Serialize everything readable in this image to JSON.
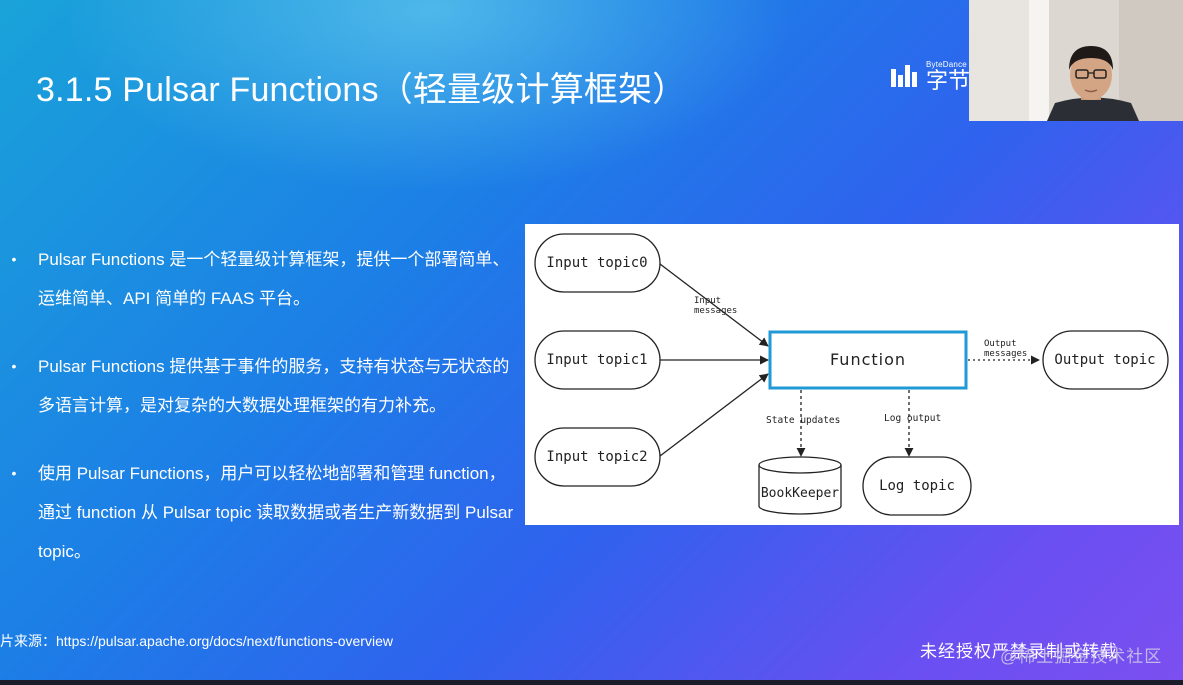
{
  "slide": {
    "title": "3.1.5 Pulsar Functions（轻量级计算框架）",
    "brand": {
      "small": "ByteDance",
      "big": "字节"
    },
    "bullets": [
      {
        "marker": "•",
        "text": "Pulsar Functions 是一个轻量级计算框架，提供一个部署简单、运维简单、API 简单的 FAAS 平台。"
      },
      {
        "marker": "•",
        "text": "Pulsar Functions 提供基于事件的服务，支持有状态与无状态的多语言计算，是对复杂的大数据处理框架的有力补充。"
      },
      {
        "marker": "•",
        "text": "使用 Pulsar Functions，用户可以轻松地部署和管理 function，通过 function 从 Pulsar topic 读取数据或者生产新数据到 Pulsar topic。"
      }
    ],
    "source": "片来源：https://pulsar.apache.org/docs/next/functions-overview",
    "footer_note": "未经授权严禁录制或转载",
    "watermark": "@稀土掘金技术社区"
  },
  "diagram": {
    "inputs": [
      "Input topic0",
      "Input topic1",
      "Input topic2"
    ],
    "input_label_line1": "Input",
    "input_label_line2": "messages",
    "function": "Function",
    "output_label_line1": "Output",
    "output_label_line2": "messages",
    "output": "Output topic",
    "state_label": "State updates",
    "log_label": "Log output",
    "bookkeeper": "BookKeeper",
    "log_topic": "Log topic"
  },
  "colors": {
    "function_border": "#1f9ad6",
    "diagram_line": "#222222"
  }
}
